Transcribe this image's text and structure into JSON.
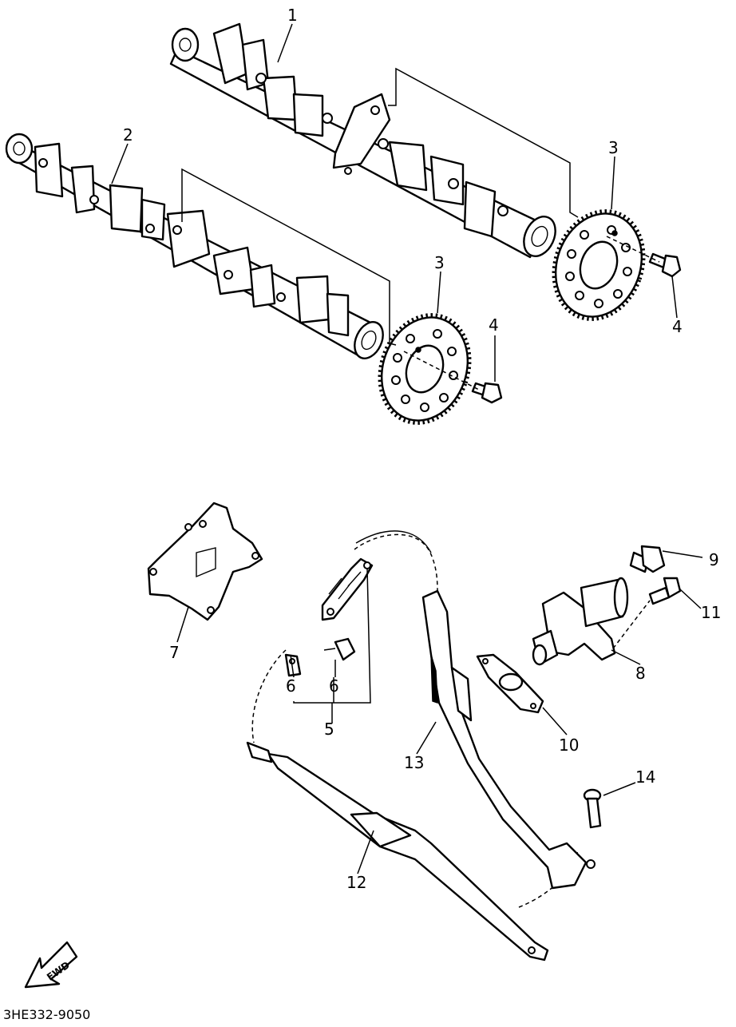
{
  "diagram": {
    "drawing_code": "3HE332-9050",
    "direction_label": "FWD",
    "callouts": [
      "1",
      "2",
      "3",
      "3",
      "4",
      "4",
      "5",
      "6",
      "6",
      "7",
      "8",
      "9",
      "10",
      "11",
      "12",
      "13",
      "14"
    ]
  }
}
